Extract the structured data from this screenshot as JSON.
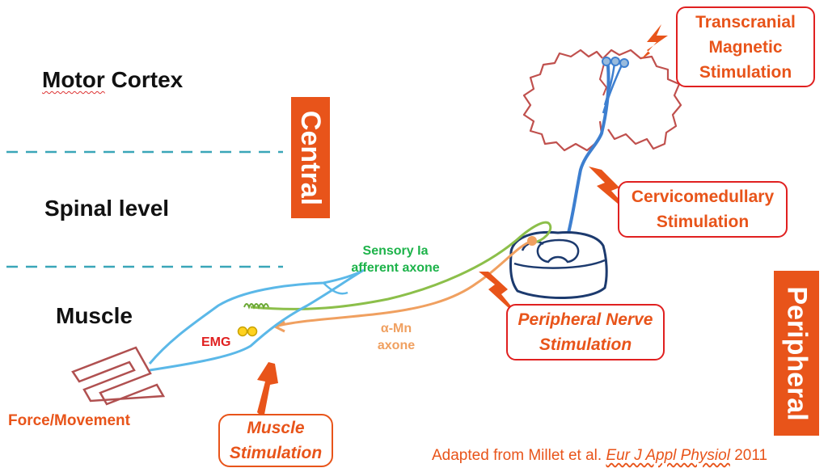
{
  "levels": {
    "motor_cortex": "Motor Cortex",
    "spinal_level": "Spinal level",
    "muscle": "Muscle"
  },
  "bars": {
    "central": "Central",
    "peripheral": "Peripheral"
  },
  "stimulation": {
    "tms": [
      "Transcranial",
      "Magnetic",
      "Stimulation"
    ],
    "cervicomedullary": [
      "Cervicomedullary",
      "Stimulation"
    ],
    "peripheral_nerve": [
      "Peripheral Nerve",
      "Stimulation"
    ],
    "muscle": [
      "Muscle",
      "Stimulation"
    ]
  },
  "labels": {
    "sensory": [
      "Sensory Ia",
      "afferent axone"
    ],
    "alpha_mn": [
      "α-Mn",
      "axone"
    ],
    "emg": "EMG",
    "force_movement": "Force/Movement"
  },
  "credit": {
    "prefix": "Adapted from Millet et al.",
    "journal": "Eur J Appl Physiol",
    "year": "2011"
  },
  "colors": {
    "orange": "#e8541a",
    "red": "#e02020",
    "green": "#1db34a",
    "light_orange": "#f0a060",
    "blue": "#2c7bd1",
    "dark_blue": "#1c3a6e",
    "cyan": "#5bb8e8",
    "brain": "#c0504d"
  }
}
